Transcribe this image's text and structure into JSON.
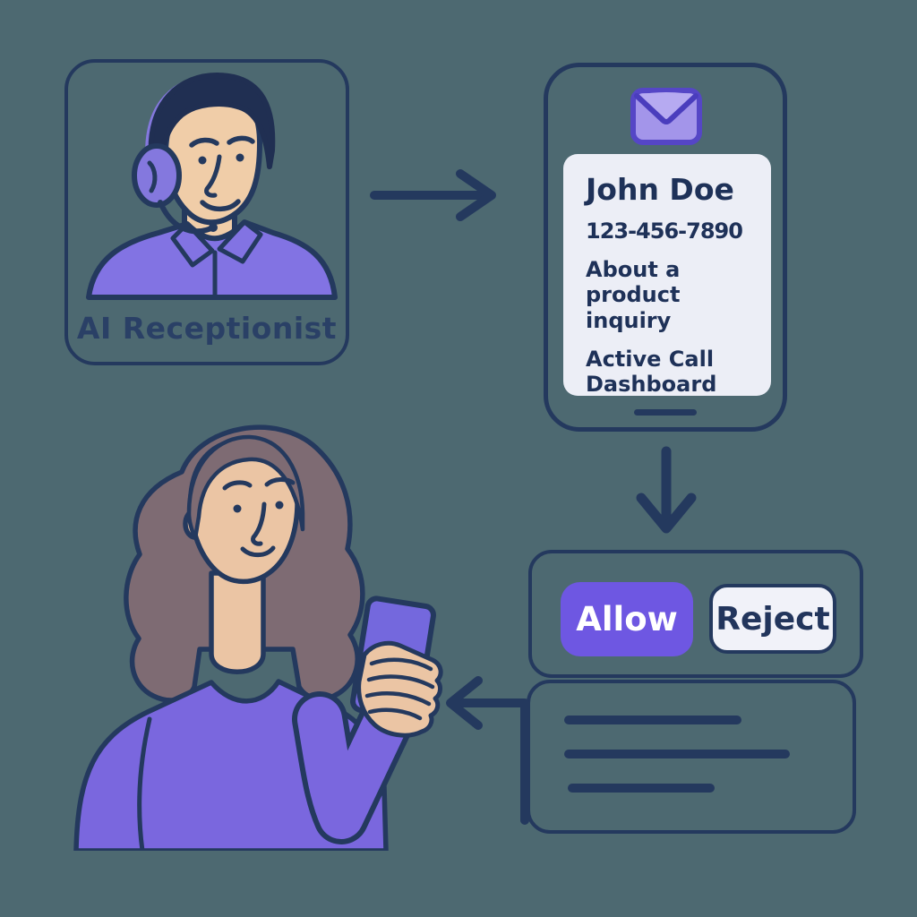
{
  "receptionist": {
    "label": "AI Receptionist"
  },
  "phone": {
    "caller_name": "John Doe",
    "caller_number": "123-456-7890",
    "caller_topic": "About a product\ninquiry",
    "caller_status": "Active Call\nDashboard"
  },
  "decision": {
    "allow_label": "Allow",
    "reject_label": "Reject"
  },
  "icons": {
    "envelope": "envelope-icon",
    "headset": "headset-icon",
    "flow_right": "arrow-right-icon",
    "flow_down": "arrow-down-icon",
    "flow_left": "arrow-left-icon"
  },
  "colors": {
    "background": "#4d6971",
    "outline_navy": "#24395e",
    "text_navy": "#1e3158",
    "accent_purple": "#6e57e2",
    "shirt_purple": "#8273e3",
    "sweater_purple": "#7a67de",
    "envelope_fill": "#a395ea",
    "envelope_flap": "#b6aaf1",
    "envelope_border": "#5546c6",
    "card_light": "#eceef6",
    "reject_fill": "#f1f2f9",
    "skin": "#f0cda8",
    "hair_navy": "#202f52",
    "hair_brown": "#7e6b73"
  }
}
